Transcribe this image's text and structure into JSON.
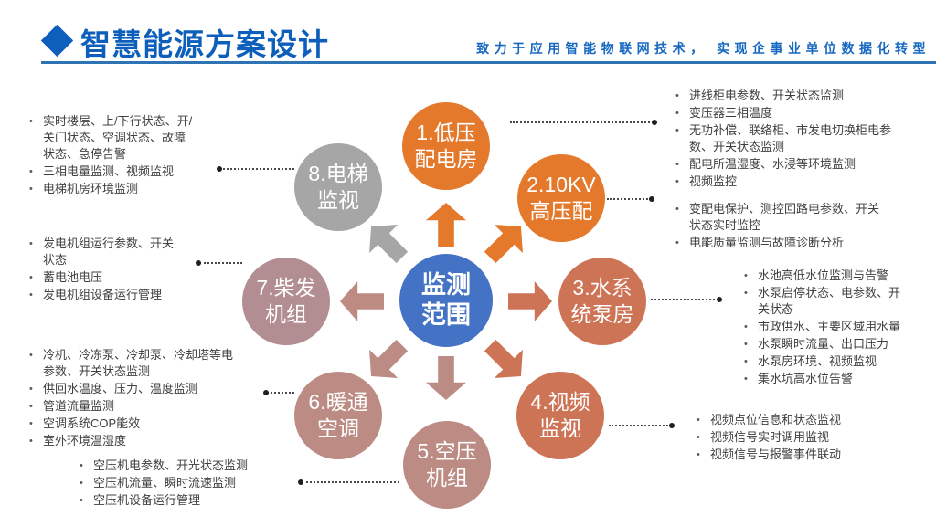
{
  "header": {
    "title": "智慧能源方案设计",
    "subtitle": "致力于应用智能物联网技术， 实现企事业单位数据化转型",
    "title_color": "#0E5FBB",
    "underline_color": "#2E74B5"
  },
  "center": {
    "line1": "监测",
    "line2": "范围",
    "color": "#4472C4"
  },
  "nodes": [
    {
      "line1": "1.低压",
      "line2": "配电房",
      "color": "#E4792C",
      "bullets": [
        "进线柜电参数、开关状态监测",
        "变压器三相温度",
        "无功补偿、联络柜、市发电切换柜电参数、开关状态监测",
        "配电所温湿度、水浸等环境监测",
        "视频监控"
      ]
    },
    {
      "line1": "2.10KV",
      "line2": "高压配",
      "color": "#E4792C",
      "bullets": [
        "变配电保护、测控回路电参数、开关状态实时监控",
        "电能质量监测与故障诊断分析"
      ]
    },
    {
      "line1": "3.水系",
      "line2": "统泵房",
      "color": "#CE7456",
      "bullets": [
        "水池高低水位监测与告警",
        "水泵启停状态、电参数、开关状态",
        "市政供水、主要区域用水量",
        "水泵瞬时流量、出口压力",
        "水泵房环境、视频监视",
        "集水坑高水位告警"
      ]
    },
    {
      "line1": "4.视频",
      "line2": "监视",
      "color": "#CE7456",
      "bullets": [
        "视频点位信息和状态监视",
        "视频信号实时调用监视",
        "视频信号与报警事件联动"
      ]
    },
    {
      "line1": "5.空压",
      "line2": "机组",
      "color": "#BC8B83",
      "bullets": [
        "空压机电参数、开光状态监测",
        "空压机流量、瞬时流速监测",
        "空压机设备运行管理"
      ]
    },
    {
      "line1": "6.暖通",
      "line2": "空调",
      "color": "#BC8B83",
      "bullets": [
        "冷机、冷冻泵、冷却泵、冷却塔等电参数、开关状态监测",
        "供回水温度、压力、温度监测",
        "管道流量监测",
        "空调系统COP能效",
        "室外环境温湿度"
      ]
    },
    {
      "line1": "7.柴发",
      "line2": "机组",
      "color": "#B28E92",
      "bullets": [
        "发电机组运行参数、开关状态",
        "蓄电池电压",
        "发电机组设备运行管理"
      ]
    },
    {
      "line1": "8.电梯",
      "line2": "监视",
      "color": "#A6A6A6",
      "bullets": [
        "实时楼层、上/下行状态、开/关门状态、空调状态、故障状态、急停告警",
        "三相电量监测、视频监视",
        "电梯机房环境监测"
      ]
    }
  ],
  "arrows": [
    {
      "direction": "up",
      "color": "#E4792C"
    },
    {
      "direction": "up-right",
      "color": "#E4792C"
    },
    {
      "direction": "right",
      "color": "#CE7456"
    },
    {
      "direction": "down-right",
      "color": "#CE7456"
    },
    {
      "direction": "down",
      "color": "#BC8B83"
    },
    {
      "direction": "down-left",
      "color": "#BC8B83"
    },
    {
      "direction": "left",
      "color": "#BE8B82"
    },
    {
      "direction": "up-left",
      "color": "#A6A6A6"
    }
  ]
}
